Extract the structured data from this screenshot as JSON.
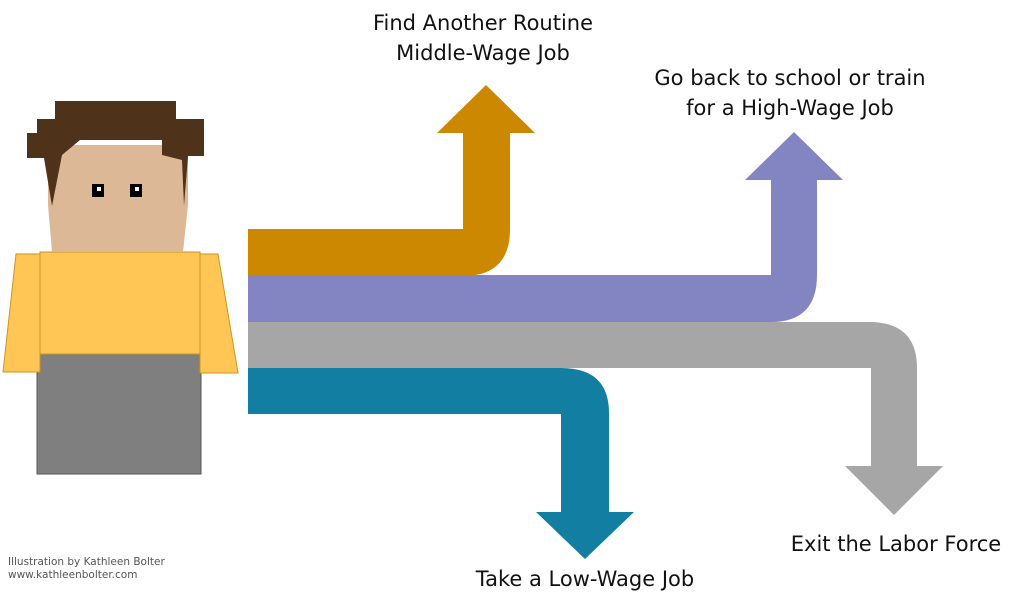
{
  "paths": {
    "middle_wage": {
      "label_line1": "Find Another Routine",
      "label_line2": "Middle-Wage Job",
      "color": "#CC8800"
    },
    "high_wage": {
      "label_line1": "Go back to school or train",
      "label_line2": "for a High-Wage Job",
      "color": "#8385C2"
    },
    "exit": {
      "label": "Exit the Labor Force",
      "color": "#A6A6A6"
    },
    "low_wage": {
      "label": "Take a Low-Wage Job",
      "color": "#127FA2"
    }
  },
  "figure": {
    "hair_color": "#4E3219",
    "skin_color": "#DDB896",
    "shirt_color": "#FFC555",
    "pants_color": "#7F7F7F"
  },
  "credit": {
    "line1": "Illustration by Kathleen Bolter",
    "line2": "www.kathleenbolter.com"
  }
}
